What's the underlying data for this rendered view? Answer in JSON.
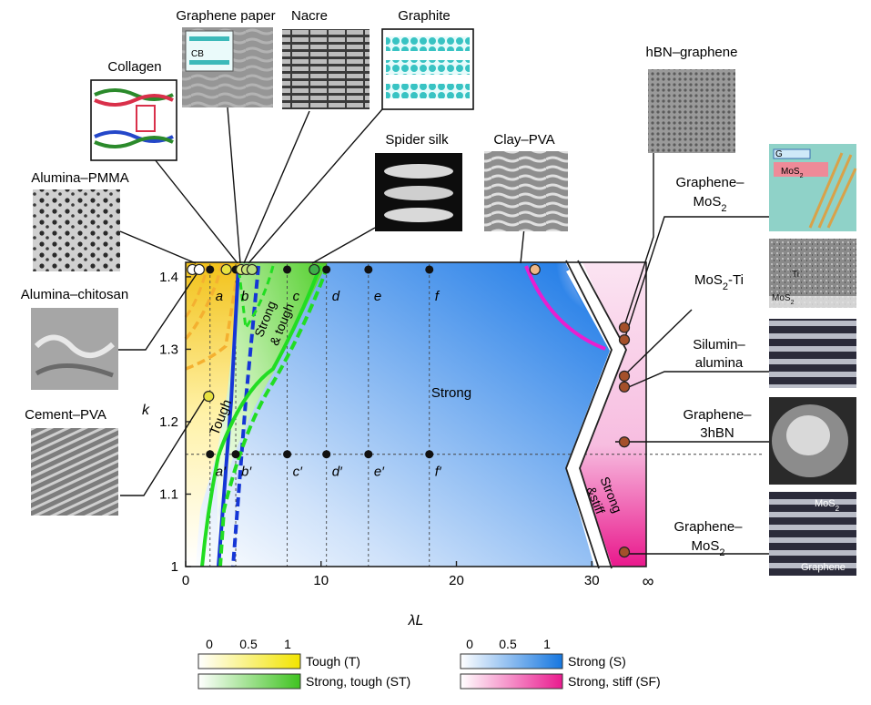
{
  "chart_data": {
    "type": "area",
    "xlabel": "λL",
    "ylabel": "k",
    "xlim": [
      0,
      33
    ],
    "ylim": [
      1.0,
      1.42
    ],
    "x_ticks": [
      "0",
      "10",
      "20",
      "30",
      "∞"
    ],
    "y_ticks": [
      "1",
      "1.1",
      "1.2",
      "1.3",
      "1.4"
    ],
    "regions": [
      {
        "label": "Tough",
        "code": "T"
      },
      {
        "label": "Strong & tough",
        "code": "ST"
      },
      {
        "label": "Strong",
        "code": "S"
      },
      {
        "label": "Strong &stiff",
        "code": "SF"
      }
    ],
    "region_labels": {
      "tough": "Tough",
      "strong_tough_1": "Strong",
      "strong_tough_2": "& tough",
      "strong": "Strong",
      "stiff_1": "Strong",
      "stiff_2": "&stiff"
    },
    "reference_points": {
      "top_row": {
        "k": 1.41,
        "labels": [
          "a",
          "b",
          "c",
          "d",
          "e",
          "f"
        ],
        "x": [
          1.8,
          3.7,
          7.5,
          10.4,
          13.5,
          18.0
        ]
      },
      "bottom_row": {
        "k": 1.155,
        "labels": [
          "a′",
          "b′",
          "c′",
          "d′",
          "e′",
          "f′"
        ],
        "x": [
          1.8,
          3.7,
          7.5,
          10.4,
          13.5,
          18.0
        ]
      }
    },
    "materials": [
      {
        "name": "Alumina–PMMA",
        "x": 0.5,
        "k": 1.41,
        "color": "#ffffff"
      },
      {
        "name": "Alumina–chitosan",
        "x": 1.0,
        "k": 1.41,
        "color": "#ffffff"
      },
      {
        "name": "Cement–PVA",
        "x": 1.7,
        "k": 1.235,
        "color": "#e8e240"
      },
      {
        "name": "Collagen",
        "x": 4.1,
        "k": 1.41,
        "color": "#e2e97a"
      },
      {
        "name": "Graphene paper",
        "x": 3.0,
        "k": 1.41,
        "color": "#e8e240"
      },
      {
        "name": "Nacre",
        "x": 4.5,
        "k": 1.41,
        "color": "#c7e57b"
      },
      {
        "name": "Graphite",
        "x": 4.9,
        "k": 1.41,
        "color": "#b9e080"
      },
      {
        "name": "Spider silk",
        "x": 9.5,
        "k": 1.41,
        "color": "#3fae4a"
      },
      {
        "name": "Clay–PVA",
        "x": 25.8,
        "k": 1.41,
        "color": "#f0b887"
      },
      {
        "name": "hBN–graphene",
        "x": 33.0,
        "k": 1.313,
        "color": "#a4502a"
      },
      {
        "name": "Graphene–MoS2 (top)",
        "x": 33.0,
        "k": 1.33,
        "color": "#a4502a"
      },
      {
        "name": "MoS2-Ti",
        "x": 33.0,
        "k": 1.263,
        "color": "#a4502a"
      },
      {
        "name": "Silumin–alumina",
        "x": 33.0,
        "k": 1.248,
        "color": "#a4502a"
      },
      {
        "name": "Graphene–3hBN",
        "x": 32.9,
        "k": 1.172,
        "color": "#a4502a"
      },
      {
        "name": "Graphene–MoS2 (bottom)",
        "x": 33.0,
        "k": 1.02,
        "color": "#a4502a"
      }
    ],
    "legend": [
      {
        "label": "Tough (T)",
        "ticks": [
          "0",
          "0.5",
          "1"
        ],
        "color": "#f2e400"
      },
      {
        "label": "Strong, tough (ST)",
        "color": "#4ecb2a"
      },
      {
        "label": "Strong (S)",
        "ticks": [
          "0",
          "0.5",
          "1"
        ],
        "color": "#1f78e0"
      },
      {
        "label": "Strong, stiff (SF)",
        "color": "#ea1a8e"
      }
    ]
  },
  "callouts": {
    "collagen": "Collagen",
    "graphene_paper": "Graphene paper",
    "nacre": "Nacre",
    "graphite": "Graphite",
    "alumina_pmma": "Alumina–PMMA",
    "alumina_chitosan": "Alumina–chitosan",
    "cement_pva": "Cement–PVA",
    "spider_silk": "Spider silk",
    "clay_pva": "Clay–PVA",
    "hbn_graphene": "hBN–graphene",
    "graphene_mos2_top_1": "Graphene–",
    "graphene_mos2_top_2": "MoS",
    "mos2_ti": "MoS",
    "mos2_ti_suffix": "-Ti",
    "silumin_1": "Silumin–",
    "silumin_2": "alumina",
    "g3hbn_1": "Graphene–",
    "g3hbn_2": "3hBN",
    "graphene_mos2_bot_1": "Graphene–",
    "graphene_mos2_bot_2": "MoS",
    "sub2": "2"
  },
  "image_labels": {
    "cb": "CB",
    "g": "G",
    "mos2": "MoS",
    "ti": "Ti",
    "mos2_small": "MoS",
    "mos2_bottom": "MoS",
    "graphene": "Graphene",
    "sub2": "2"
  },
  "colors": {
    "tough": "#f2e400",
    "strong_tough": "#4ecb2a",
    "strong": "#1f78e0",
    "strong_stiff": "#ea1a8e",
    "blue_line": "#1536d6",
    "green_line": "#22dd22",
    "orange_line": "#f4b030",
    "pink_line": "#e91ed0"
  }
}
